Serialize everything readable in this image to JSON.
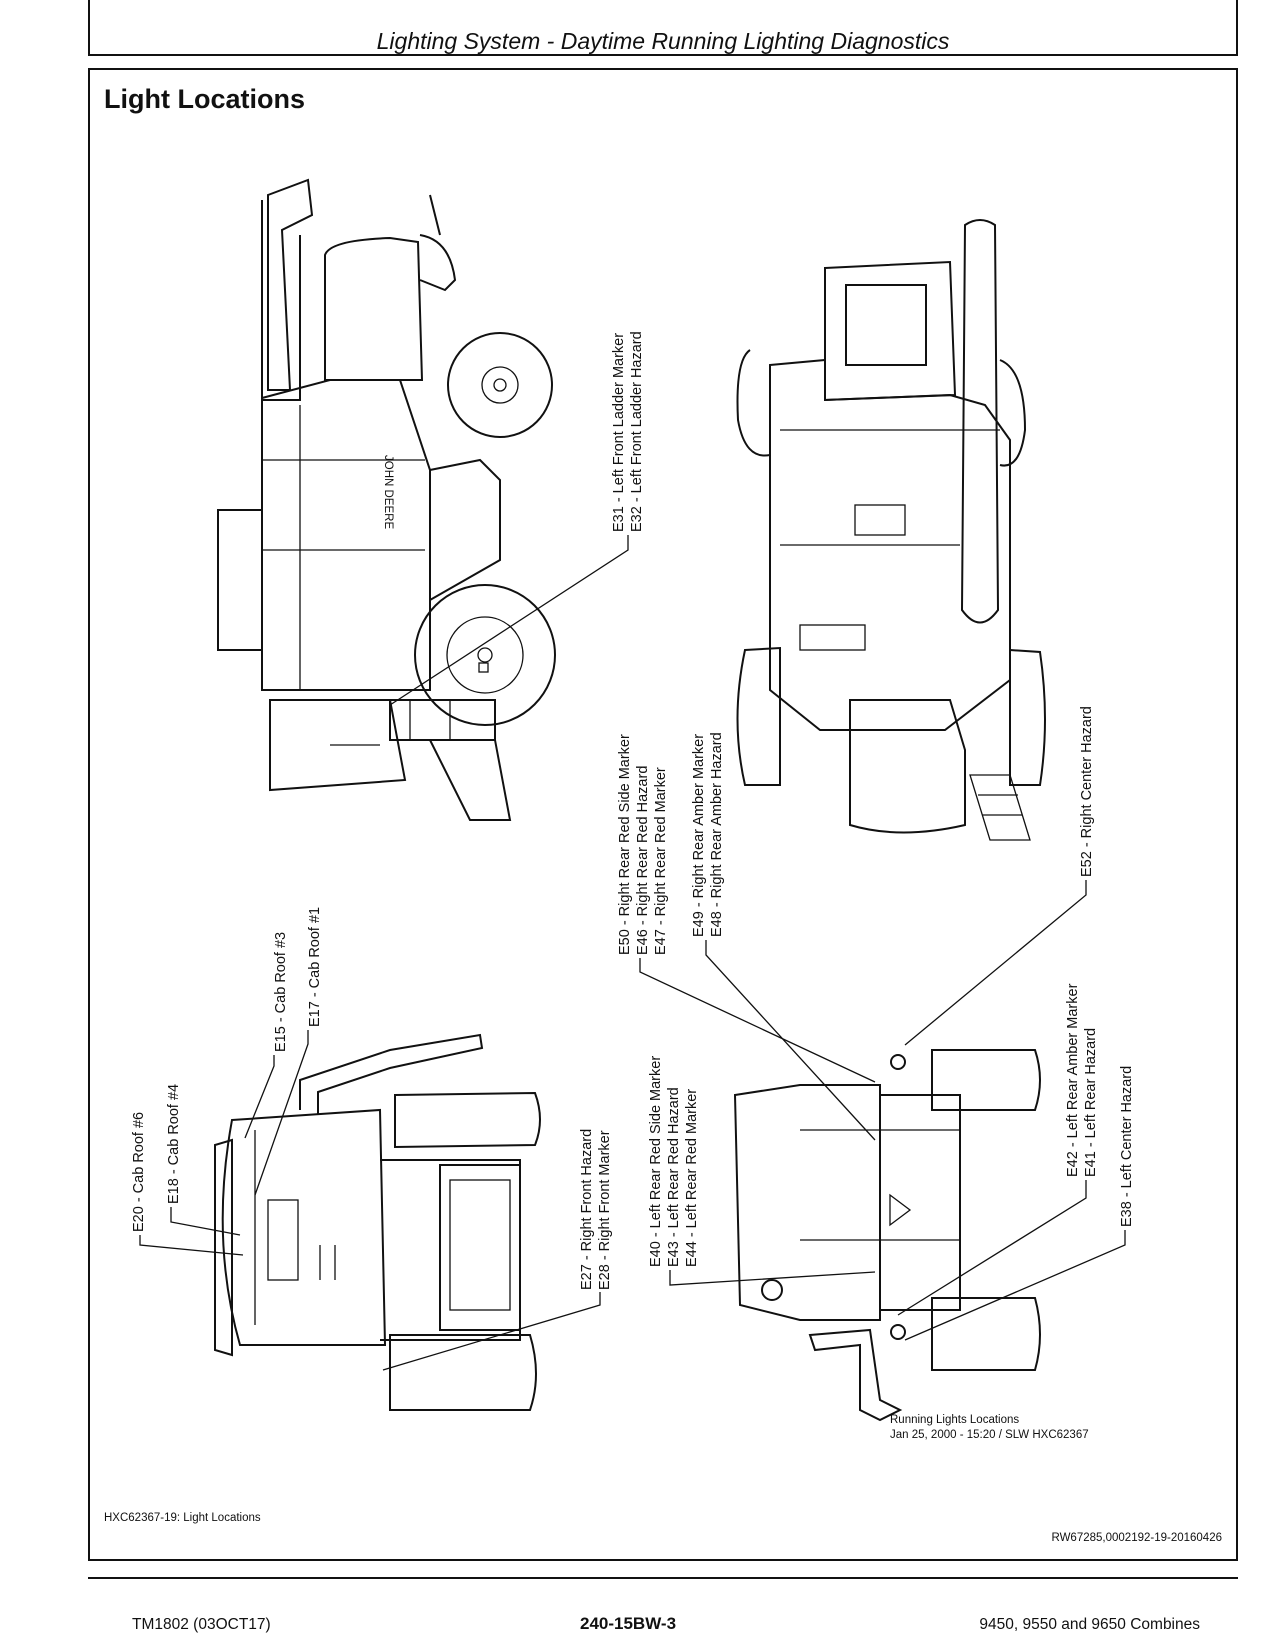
{
  "header": {
    "title": "Lighting System - Daytime Running Lighting Diagnostics"
  },
  "section": {
    "title": "Light Locations"
  },
  "labels": {
    "e31": "E31 - Left Front Ladder  Marker",
    "e32": "E32 - Left Front Ladder  Hazard",
    "e50": "E50 - Right Rear Red Side Marker",
    "e46": "E46 - Right Rear Red Hazard",
    "e47": "E47 - Right Rear Red Marker",
    "e49": "E49 - Right Rear Amber Marker",
    "e48": "E48 - Right Rear Amber Hazard",
    "e52": "E52 - Right Center Hazard",
    "e20": "E20 - Cab Roof #6",
    "e18": "E18 - Cab Roof #4",
    "e15": "E15 - Cab Roof #3",
    "e17": "E17 - Cab Roof #1",
    "e27": "E27 - Right Front Hazard",
    "e28": "E28 - Right Front Marker",
    "e40": "E40 - Left Rear Red Side Marker",
    "e43": "E43 - Left Rear Red Hazard",
    "e44": "E44 - Left Rear Red Marker",
    "e42": "E42 - Left Rear Amber Marker",
    "e41": "E41 - Left Rear Hazard",
    "e38": "E38 - Left Center Hazard"
  },
  "drawing_note": {
    "line1": "Running Lights Locations",
    "line2": "Jan 25, 2000  -  15:20 / SLW HXC62367"
  },
  "figure_caption": "HXC62367-19: Light Locations",
  "reference_code": "RW67285,0002192-19-20160426",
  "footer": {
    "left": "TM1802 (03OCT17)",
    "center": "240-15BW-3",
    "right": "9450, 9550 and 9650 Combines"
  }
}
